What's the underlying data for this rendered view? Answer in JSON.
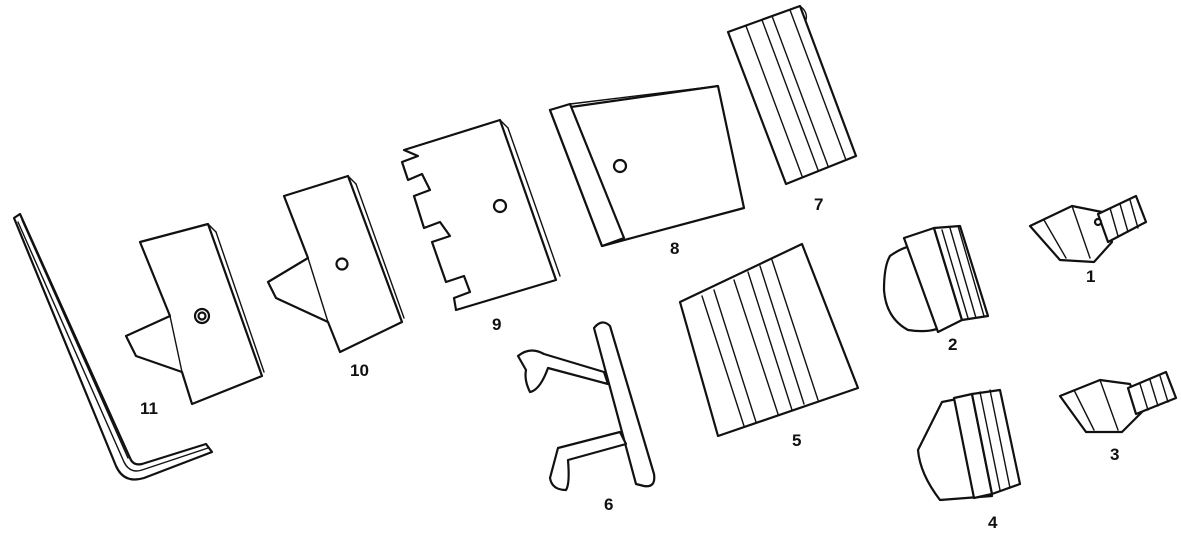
{
  "diagram": {
    "colors": {
      "stroke": "#111111",
      "background": "#ffffff"
    },
    "parts": [
      {
        "id": "1",
        "label": "1"
      },
      {
        "id": "2",
        "label": "2"
      },
      {
        "id": "3",
        "label": "3"
      },
      {
        "id": "4",
        "label": "4"
      },
      {
        "id": "5",
        "label": "5"
      },
      {
        "id": "6",
        "label": "6"
      },
      {
        "id": "7",
        "label": "7"
      },
      {
        "id": "8",
        "label": "8"
      },
      {
        "id": "9",
        "label": "9"
      },
      {
        "id": "10",
        "label": "10"
      },
      {
        "id": "11",
        "label": "11"
      }
    ]
  }
}
